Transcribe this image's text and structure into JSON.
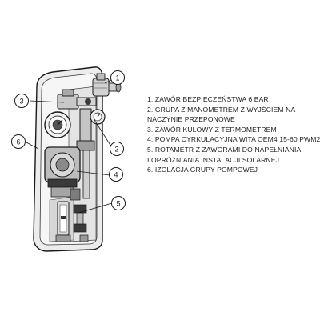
{
  "callouts": {
    "c1": "1",
    "c2": "2",
    "c3": "3",
    "c4": "4",
    "c5": "5",
    "c6": "6"
  },
  "legend": {
    "items": [
      {
        "text": "1. ZAWÓR BEZPIECZEŃSTWA 6 BAR"
      },
      {
        "text": "2. GRUPA Z MANOMETREM Z WYJŚCIEM NA"
      },
      {
        "text": "NACZYNIE PRZEPONOWE"
      },
      {
        "text": "3. ZAWÓR KULOWY Z TERMOMETREM"
      },
      {
        "text": "4. POMPA CYRKULACYJNA WITA OEM4 15-60 PWM2"
      },
      {
        "text": "5. ROTAMETR Z ZAWORAMI DO NAPEŁNIANIA"
      },
      {
        "text": "I OPRÓŻNIANIA INSTALACJI SOLARNEJ"
      },
      {
        "text": "6. IZOLACJA GRUPY POMPOWEJ"
      }
    ]
  },
  "colors": {
    "line": "#1a1a1a",
    "insulation": "#e9e9e9",
    "metal": "#b9b9b9",
    "dark": "#3a3a3a"
  }
}
